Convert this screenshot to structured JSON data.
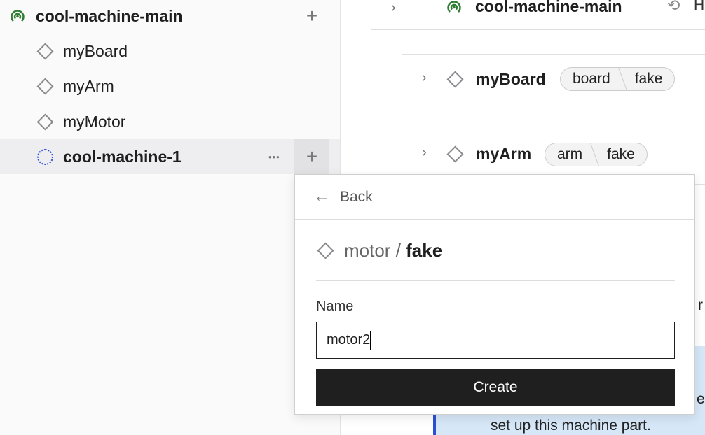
{
  "sidebar": {
    "machine": {
      "label": "cool-machine-main",
      "icon": "antenna-signal-icon",
      "icon_color": "#2e7d32"
    },
    "components": [
      {
        "label": "myBoard",
        "icon": "diamond-icon"
      },
      {
        "label": "myArm",
        "icon": "diamond-icon"
      },
      {
        "label": "myMotor",
        "icon": "diamond-icon"
      }
    ],
    "sub_part": {
      "label": "cool-machine-1",
      "icon": "dashed-circle-icon",
      "icon_color": "#2b4fd6",
      "more": "•••"
    },
    "add": "+"
  },
  "main": {
    "header": {
      "machine": "cool-machine-main",
      "history": "History"
    },
    "cards": [
      {
        "name": "myBoard",
        "api": "board",
        "model": "fake"
      },
      {
        "name": "myArm",
        "api": "arm",
        "model": "fake"
      }
    ],
    "behind": {
      "partial_r": "r",
      "partial_e": "e",
      "info_text": "set up this machine part."
    }
  },
  "popover": {
    "back": "Back",
    "type": "motor",
    "separator": " / ",
    "model": "fake",
    "name_label": "Name",
    "name_value": "motor2",
    "create": "Create"
  },
  "colors": {
    "primary_button": "#1f1f1f",
    "accent_blue": "#2b4fd6",
    "online_green": "#2e7d32"
  }
}
